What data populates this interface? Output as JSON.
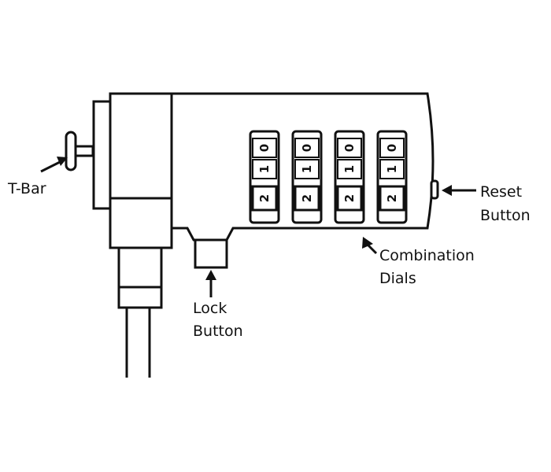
{
  "labels": {
    "tbar": "T-Bar",
    "lock_1": "Lock",
    "lock_2": "Button",
    "reset_1": "Reset",
    "reset_2": "Button",
    "combo_1": "Combination",
    "combo_2": "Dials"
  },
  "dials": [
    {
      "rows": [
        "0",
        "1",
        "2"
      ]
    },
    {
      "rows": [
        "0",
        "1",
        "2"
      ]
    },
    {
      "rows": [
        "0",
        "1",
        "2"
      ]
    },
    {
      "rows": [
        "0",
        "1",
        "2"
      ]
    }
  ],
  "colors": {
    "ink": "#111111",
    "background": "#ffffff"
  }
}
